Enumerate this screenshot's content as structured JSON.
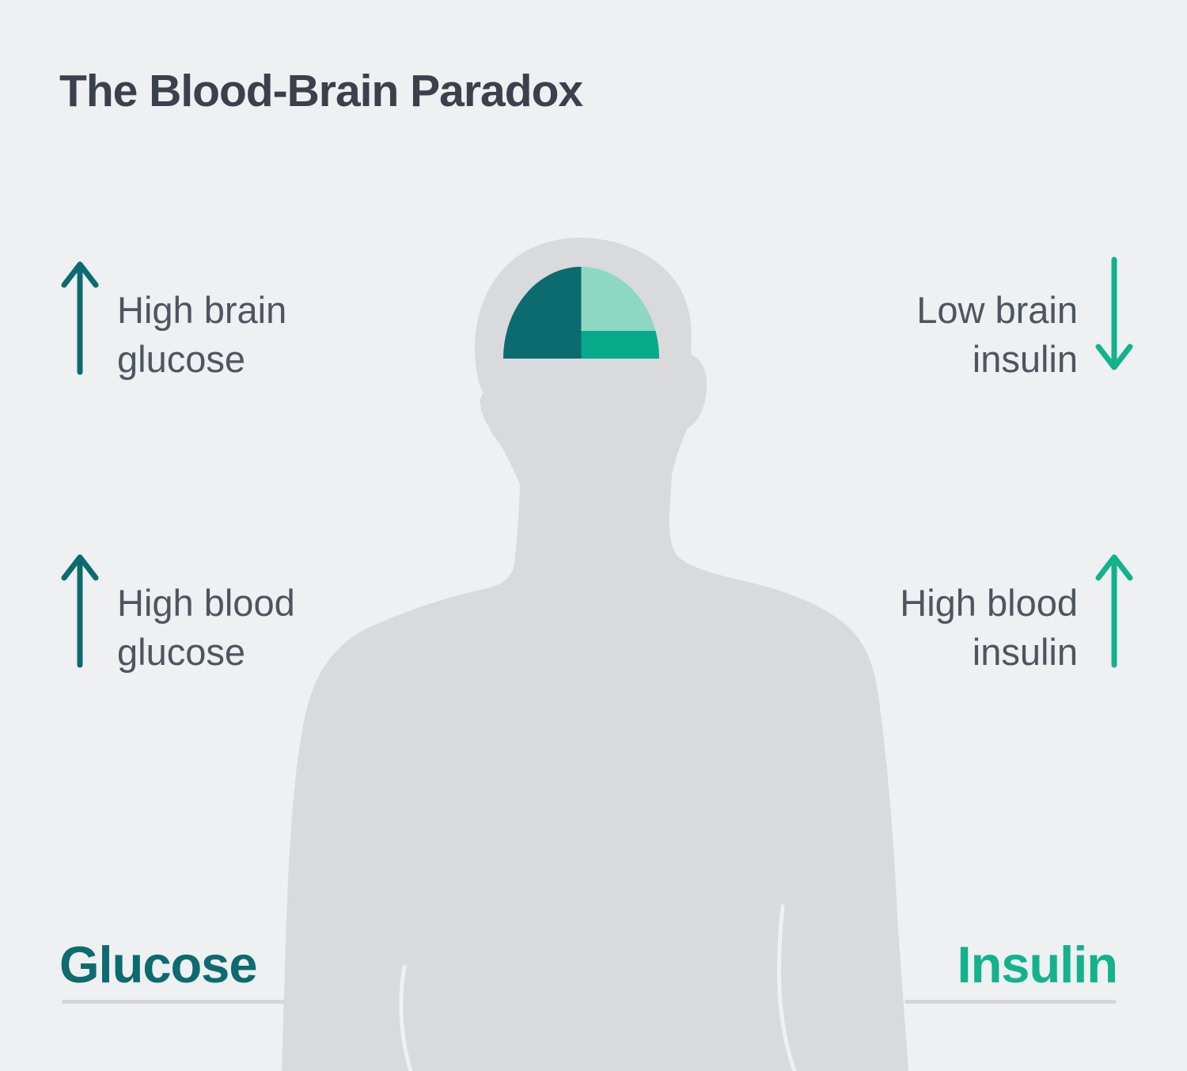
{
  "title": "The Blood-Brain Paradox",
  "annotations": {
    "brain_glucose": {
      "line1": "High brain",
      "line2": "glucose",
      "direction": "up",
      "side": "left"
    },
    "brain_insulin": {
      "line1": "Low brain",
      "line2": "insulin",
      "direction": "down",
      "side": "right"
    },
    "blood_glucose": {
      "line1": "High blood",
      "line2": "glucose",
      "direction": "up",
      "side": "left"
    },
    "blood_insulin": {
      "line1": "High blood",
      "line2": "insulin",
      "direction": "up",
      "side": "right"
    }
  },
  "footer": {
    "left_label": "Glucose",
    "right_label": "Insulin"
  },
  "brain_gauge": {
    "type": "half-pie",
    "segments": [
      {
        "position": "left-half",
        "color": "#0c6b6e"
      },
      {
        "position": "right-upper",
        "color": "#8ed8c3"
      },
      {
        "position": "right-lower",
        "color": "#09a98b"
      }
    ],
    "right_split_fraction_from_bottom": 0.3
  },
  "colors": {
    "background": "#eef0f1",
    "silhouette": "#d8dadc",
    "teal": "#0c6b6e",
    "green": "#12b28d",
    "mint": "#8ed8c3",
    "green_deep": "#09a98b",
    "title_text": "#3a414d",
    "label_text": "#4d5560",
    "divider": "#d4d6d8"
  }
}
